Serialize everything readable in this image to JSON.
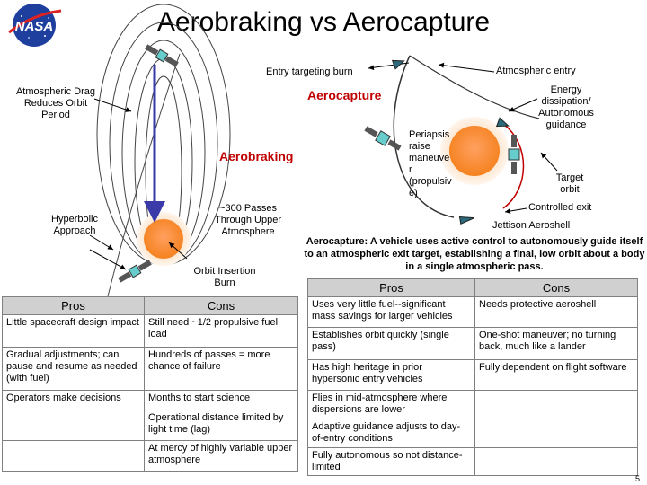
{
  "title": "Aerobraking vs Aerocapture",
  "logo_text": "NASA",
  "colors": {
    "accent_red": "#c00000",
    "planet_orange": "#f5821f",
    "planet_core": "#ffa060",
    "arrow_blue": "#3a3aa8",
    "header_gray": "#d0d0d0"
  },
  "aerobraking": {
    "heading": "Aerobraking",
    "drag_label": "Atmospheric Drag\nReduces Orbit\nPeriod",
    "hyperbolic_label": "Hyperbolic\nApproach",
    "passes_label": "~300 Passes\nThrough Upper\nAtmosphere",
    "insertion_label": "Orbit Insertion\nBurn"
  },
  "aerocapture": {
    "heading": "Aerocapture",
    "entry_targeting_label": "Entry targeting burn",
    "atm_entry_label": "Atmospheric entry",
    "energy_label": "Energy\ndissipation/\nAutonomous\nguidance",
    "periapsis_label": "Periapsis\nraise\nmaneuve\nr\n(propulsiv\ne)",
    "target_orbit_label": "Target\norbit",
    "controlled_exit_label": "Controlled exit",
    "jettison_label": "Jettison Aeroshell",
    "explanation": "Aerocapture: A vehicle uses active control to autonomously guide itself to an atmospheric exit target, establishing a final, low orbit about a body in a single atmospheric pass."
  },
  "left_table": {
    "headers": [
      "Pros",
      "Cons"
    ],
    "rows": [
      [
        "Little spacecraft design impact",
        "Still need ~1/2 propulsive fuel load"
      ],
      [
        "Gradual adjustments; can pause and resume as needed (with fuel)",
        "Hundreds of passes = more chance of failure"
      ],
      [
        "Operators make decisions",
        "Months to start science"
      ],
      [
        "",
        "Operational distance limited by light time (lag)"
      ],
      [
        "",
        "At mercy of highly variable upper atmosphere"
      ]
    ]
  },
  "right_table": {
    "headers": [
      "Pros",
      "Cons"
    ],
    "rows": [
      [
        "Uses very little fuel--significant mass savings for larger vehicles",
        "Needs protective aeroshell"
      ],
      [
        "Establishes orbit quickly (single pass)",
        "One-shot maneuver; no turning back, much like a lander"
      ],
      [
        "Has high heritage in prior hypersonic entry vehicles",
        "Fully dependent on flight software"
      ],
      [
        "Flies in mid-atmosphere where dispersions are lower",
        ""
      ],
      [
        "Adaptive guidance adjusts to day-of-entry conditions",
        ""
      ],
      [
        "Fully autonomous so not distance-limited",
        ""
      ]
    ]
  },
  "page_number": "5"
}
